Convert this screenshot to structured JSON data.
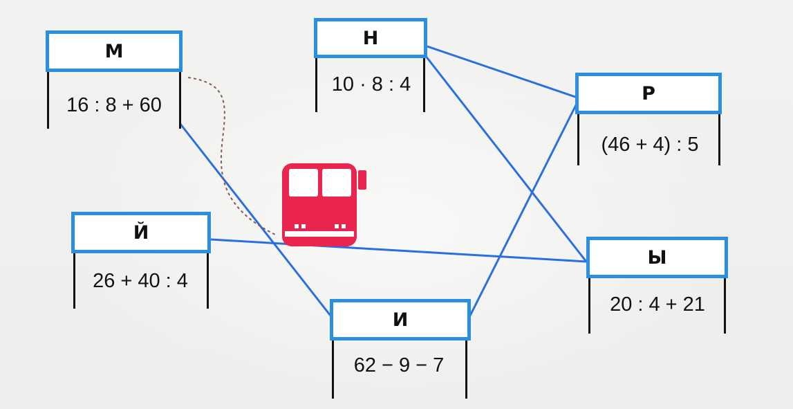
{
  "colors": {
    "sign_border": "#2a8fe0",
    "connector_line": "#2a6fe0",
    "bus_body": "#e8244f",
    "dashed_path": "#8a5a50"
  },
  "stops": {
    "M": {
      "letter": "М",
      "expression": "16 : 8 + 60"
    },
    "N": {
      "letter": "Н",
      "expression": "10 · 8 : 4"
    },
    "R": {
      "letter": "Р",
      "expression": "(46 + 4) : 5"
    },
    "J": {
      "letter": "Й",
      "expression": "26 + 40 : 4"
    },
    "Y": {
      "letter": "Ы",
      "expression": "20 : 4 + 21"
    },
    "I": {
      "letter": "И",
      "expression": "62 − 9 − 7"
    }
  },
  "connections": [
    {
      "from": "М",
      "to": "И"
    },
    {
      "from": "Н",
      "to": "Р"
    },
    {
      "from": "Н",
      "to": "Ы"
    },
    {
      "from": "Й",
      "to": "Ы"
    },
    {
      "from": "И",
      "to": "Р"
    }
  ],
  "bus_icon": "bus-icon"
}
